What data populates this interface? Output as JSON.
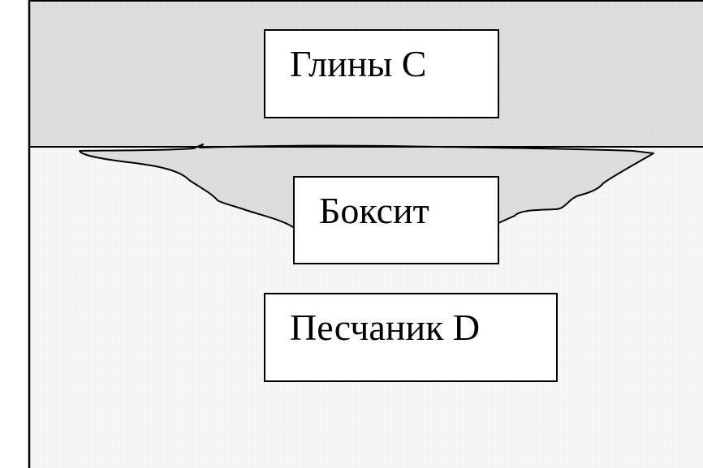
{
  "diagram": {
    "layers": [
      {
        "id": "clays",
        "label": "Глины С"
      },
      {
        "id": "bauxite",
        "label": "Боксит"
      },
      {
        "id": "sandstone",
        "label": "Песчаник D"
      }
    ]
  }
}
